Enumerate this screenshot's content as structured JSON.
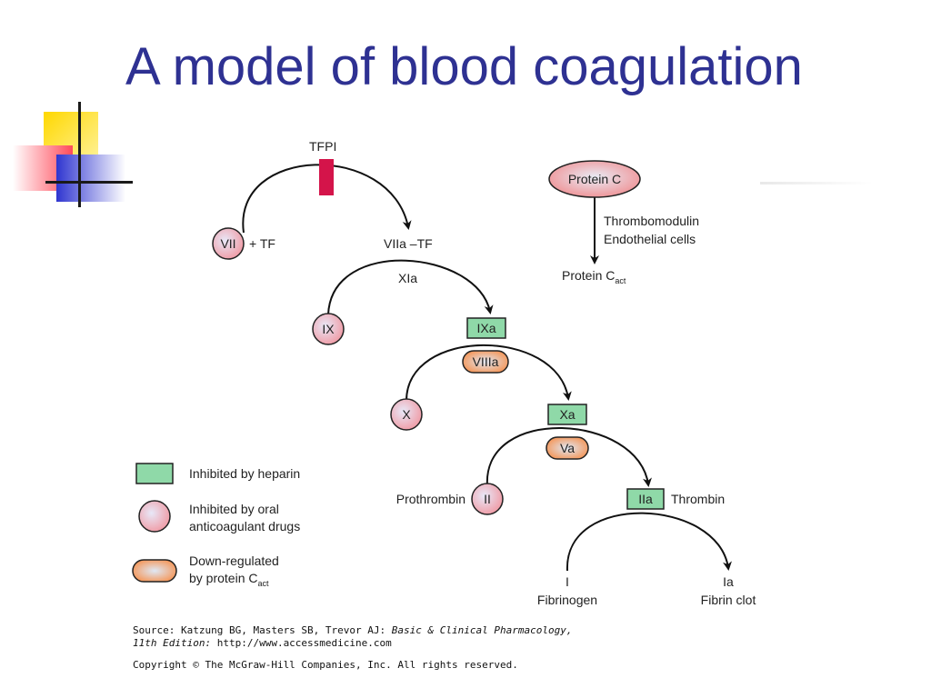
{
  "title": "A model of blood coagulation",
  "colors": {
    "title": "#2e3192",
    "heparin_box": "#8fd9a8",
    "oral_circle": "#f1a6ae",
    "down_regulated": "#f6a36e",
    "inhibitor_bar": "#d4144a",
    "protein_c_ellipse": "#f3a9a9"
  },
  "diagram": {
    "tfpi": "TFPI",
    "vii": "VII",
    "plus_tf": "+ TF",
    "viia_tf": "VIIa –TF",
    "xia": "XIa",
    "ix": "IX",
    "ixa": "IXa",
    "viiia": "VIIIa",
    "x": "X",
    "xa": "Xa",
    "va": "Va",
    "prothrombin": "Prothrombin",
    "ii": "II",
    "iia": "IIa",
    "thrombin": "Thrombin",
    "i": "I",
    "fibrinogen": "Fibrinogen",
    "ia": "Ia",
    "fibrin_clot": "Fibrin clot",
    "protein_c": "Protein C",
    "thrombomodulin": "Thrombomodulin",
    "endothelial": "Endothelial cells",
    "protein_c_act": "Protein C",
    "act_sub": "act"
  },
  "legend": {
    "heparin": "Inhibited by heparin",
    "oral_line1": "Inhibited by oral",
    "oral_line2": "anticoagulant drugs",
    "down_line1": "Down-regulated",
    "down_line2": "by protein C",
    "down_sub": "act"
  },
  "source": {
    "prefix": "Source: Katzung BG, Masters SB, Trevor AJ: ",
    "book": "Basic & Clinical Pharmacology,",
    "edition": "11th Edition:",
    "url": " http://www.accessmedicine.com"
  },
  "copyright": "Copyright © The McGraw-Hill Companies, Inc. All rights reserved."
}
